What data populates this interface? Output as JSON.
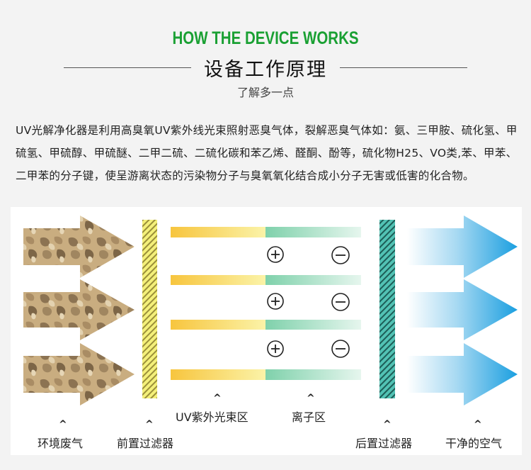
{
  "header": {
    "english_title": "HOW THE DEVICE WORKS",
    "chinese_title": "设备工作原理",
    "subtitle": "了解多一点"
  },
  "description": "UV光解净化器是利用高臭氧UV紫外线光束照射恶臭气体，裂解恶臭气体如：氨、三甲胺、硫化氢、甲硫氢、甲硫醇、甲硫醚、二甲二硫、二硫化碳和苯乙烯、醛酮、酚等，硫化物H25、VO类,苯、甲苯、二甲苯的分子键，使呈游离状态的污染物分子与臭氧氧化结合成小分子无害或低害的化合物。",
  "diagram": {
    "labels": {
      "uv_zone": "UV紫外光束区",
      "ion_zone": "离子区",
      "exhaust": "环境废气",
      "pre_filter": "前置过滤器",
      "post_filter": "后置过滤器",
      "clean_air": "干净的空气"
    },
    "ions": {
      "positive": "+",
      "negative": "−"
    },
    "caret_symbol": "^",
    "colors": {
      "title_green": "#1aa033",
      "exhaust_tan": "#b89a6e",
      "pre_filter": "#f0ee70",
      "uv_beam": "#f5c842",
      "ion_beam": "#86d4b0",
      "post_filter": "#3fb5a8",
      "clean_air": "#1ea2e0"
    }
  }
}
